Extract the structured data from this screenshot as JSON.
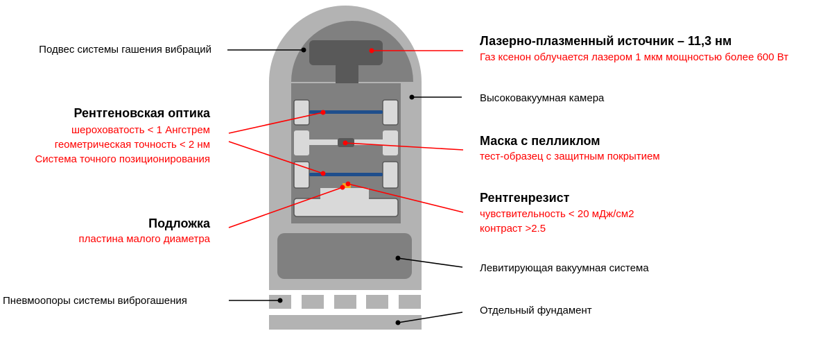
{
  "colors": {
    "dome_outer": "#b3b3b3",
    "dome_inner": "#808080",
    "chamber": "#b3b3b3",
    "interior": "#808080",
    "parts": "#d9d9d9",
    "dark": "#595959",
    "blue": "#1f4e8c",
    "red": "#ff0000",
    "leader_black": "#000000",
    "resist": "#f5a623"
  },
  "labels": {
    "suspension": "Подвес системы гашения вибраций",
    "source_title": "Лазерно-плазменный источник – 11,3 нм",
    "source_note": "Газ ксенон облучается лазером 1 мкм мощностью более 600 Вт",
    "chamber": "Высоковакуумная камера",
    "optics_title": "Рентгеновская оптика",
    "optics_note_1": "шероховатость < 1 Ангстрем",
    "optics_note_2": "геометрическая точность < 2 нм",
    "optics_note_3": "Система точного позиционирования",
    "mask_title": "Маска с пелликлом",
    "mask_note": "тест-образец с защитным покрытием",
    "resist_title": "Рентгенрезист",
    "resist_note_1": "чувствительность < 20 мДж/см2",
    "resist_note_2": "контраст >2.5",
    "substrate_title": "Подложка",
    "substrate_note": "пластина малого диаметра",
    "vacuum_system": "Левитирующая вакуумная система",
    "pneumatic": "Пневмоопоры системы виброгашения",
    "foundation": "Отдельный фундамент"
  }
}
